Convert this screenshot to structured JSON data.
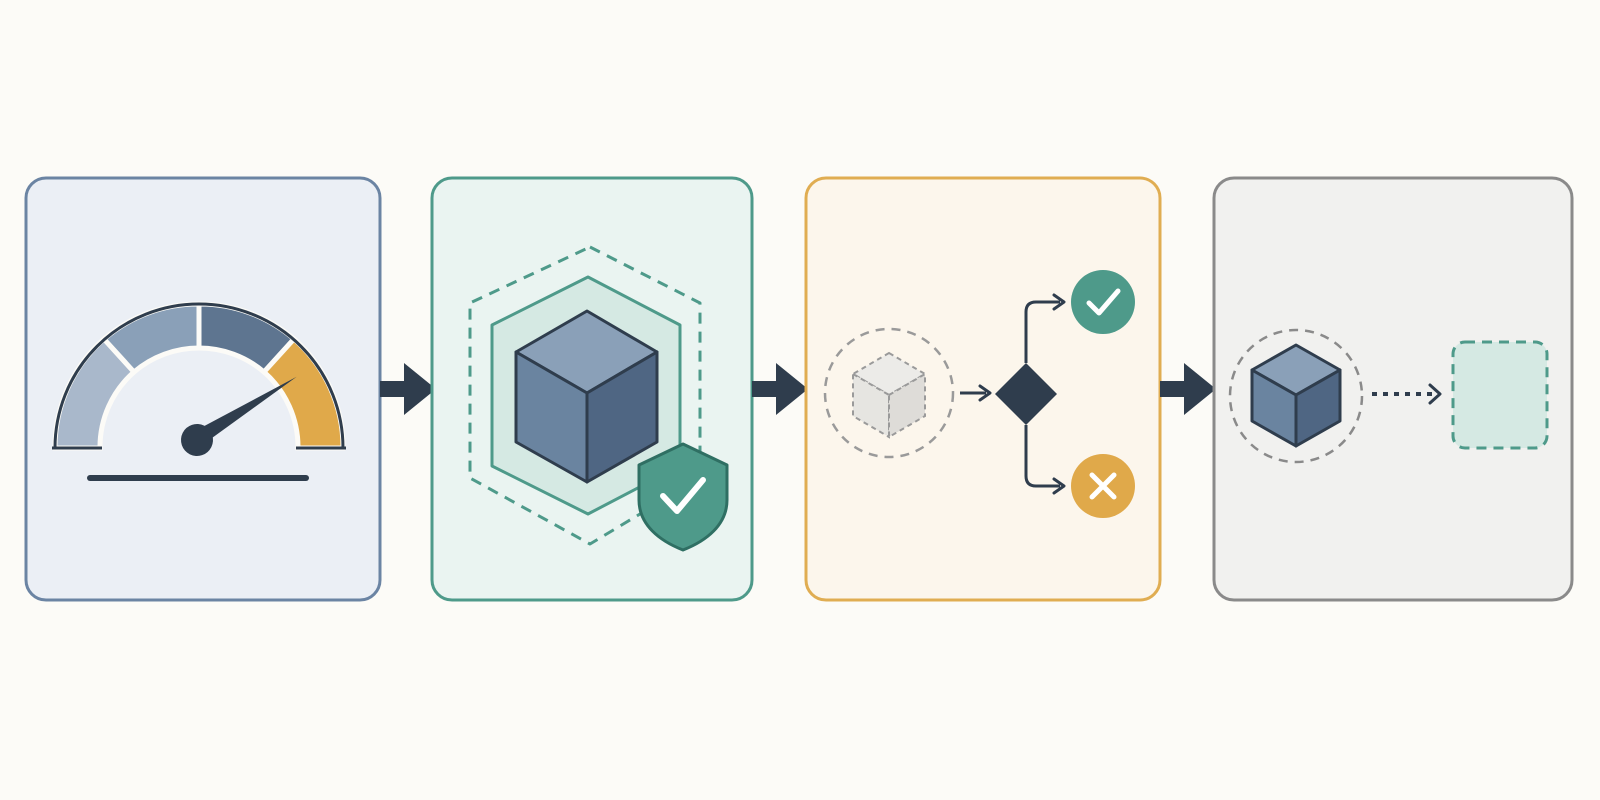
{
  "theme": {
    "background": "#fcfbf7",
    "slate": "#5e7590",
    "slate_dark": "#2f3d4d",
    "teal": "#4e9a8a",
    "amber": "#e0a94a",
    "gray": "#8a8a8a"
  },
  "panels": [
    {
      "name": "panel-gauge",
      "border_color": "#6b84a3",
      "fill_color": "#ebeff5",
      "icon": "speedometer-gauge-icon",
      "gauge_segment_colors": [
        "#a9b8cb",
        "#8aa0b8",
        "#5e7590",
        "#e0a94a"
      ],
      "needle_level": 0.82
    },
    {
      "name": "panel-protected-cube",
      "border_color": "#4e9a8a",
      "fill_color": "#eaf4f1",
      "icon": "shielded-cube-icon",
      "badge_icon": "shield-check-icon"
    },
    {
      "name": "panel-decision",
      "border_color": "#e0ad52",
      "fill_color": "#fcf6ec",
      "icon": "decision-branch-icon",
      "outcomes": [
        "check-circle-icon",
        "cross-circle-icon"
      ]
    },
    {
      "name": "panel-transfer",
      "border_color": "#8a8a8a",
      "fill_color": "#f1f1ef",
      "icon": "cube-transfer-icon"
    }
  ],
  "connectors": [
    "arrow-right-icon",
    "arrow-right-icon",
    "arrow-right-icon"
  ]
}
